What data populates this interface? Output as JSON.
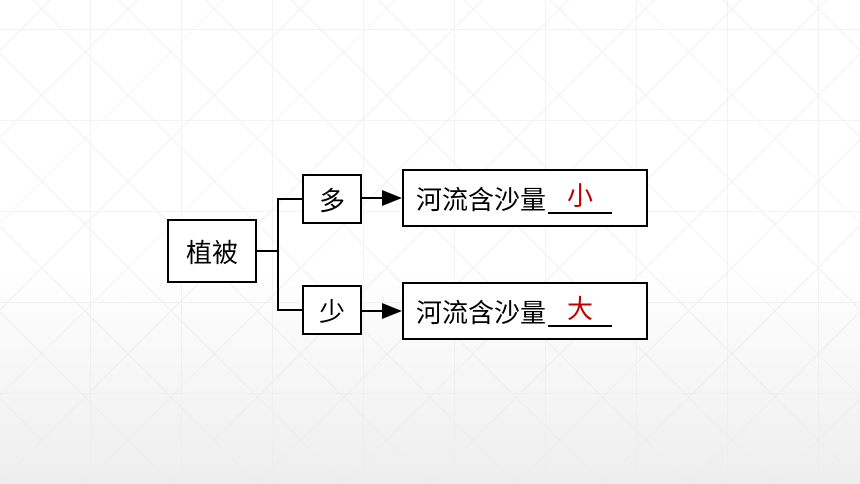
{
  "diagram": {
    "root": "植被",
    "branches": [
      {
        "condition": "多",
        "result_label": "河流含沙量",
        "answer": "小"
      },
      {
        "condition": "少",
        "result_label": "河流含沙量",
        "answer": "大"
      }
    ],
    "colors": {
      "line": "#000000",
      "answer": "#c00000"
    }
  }
}
